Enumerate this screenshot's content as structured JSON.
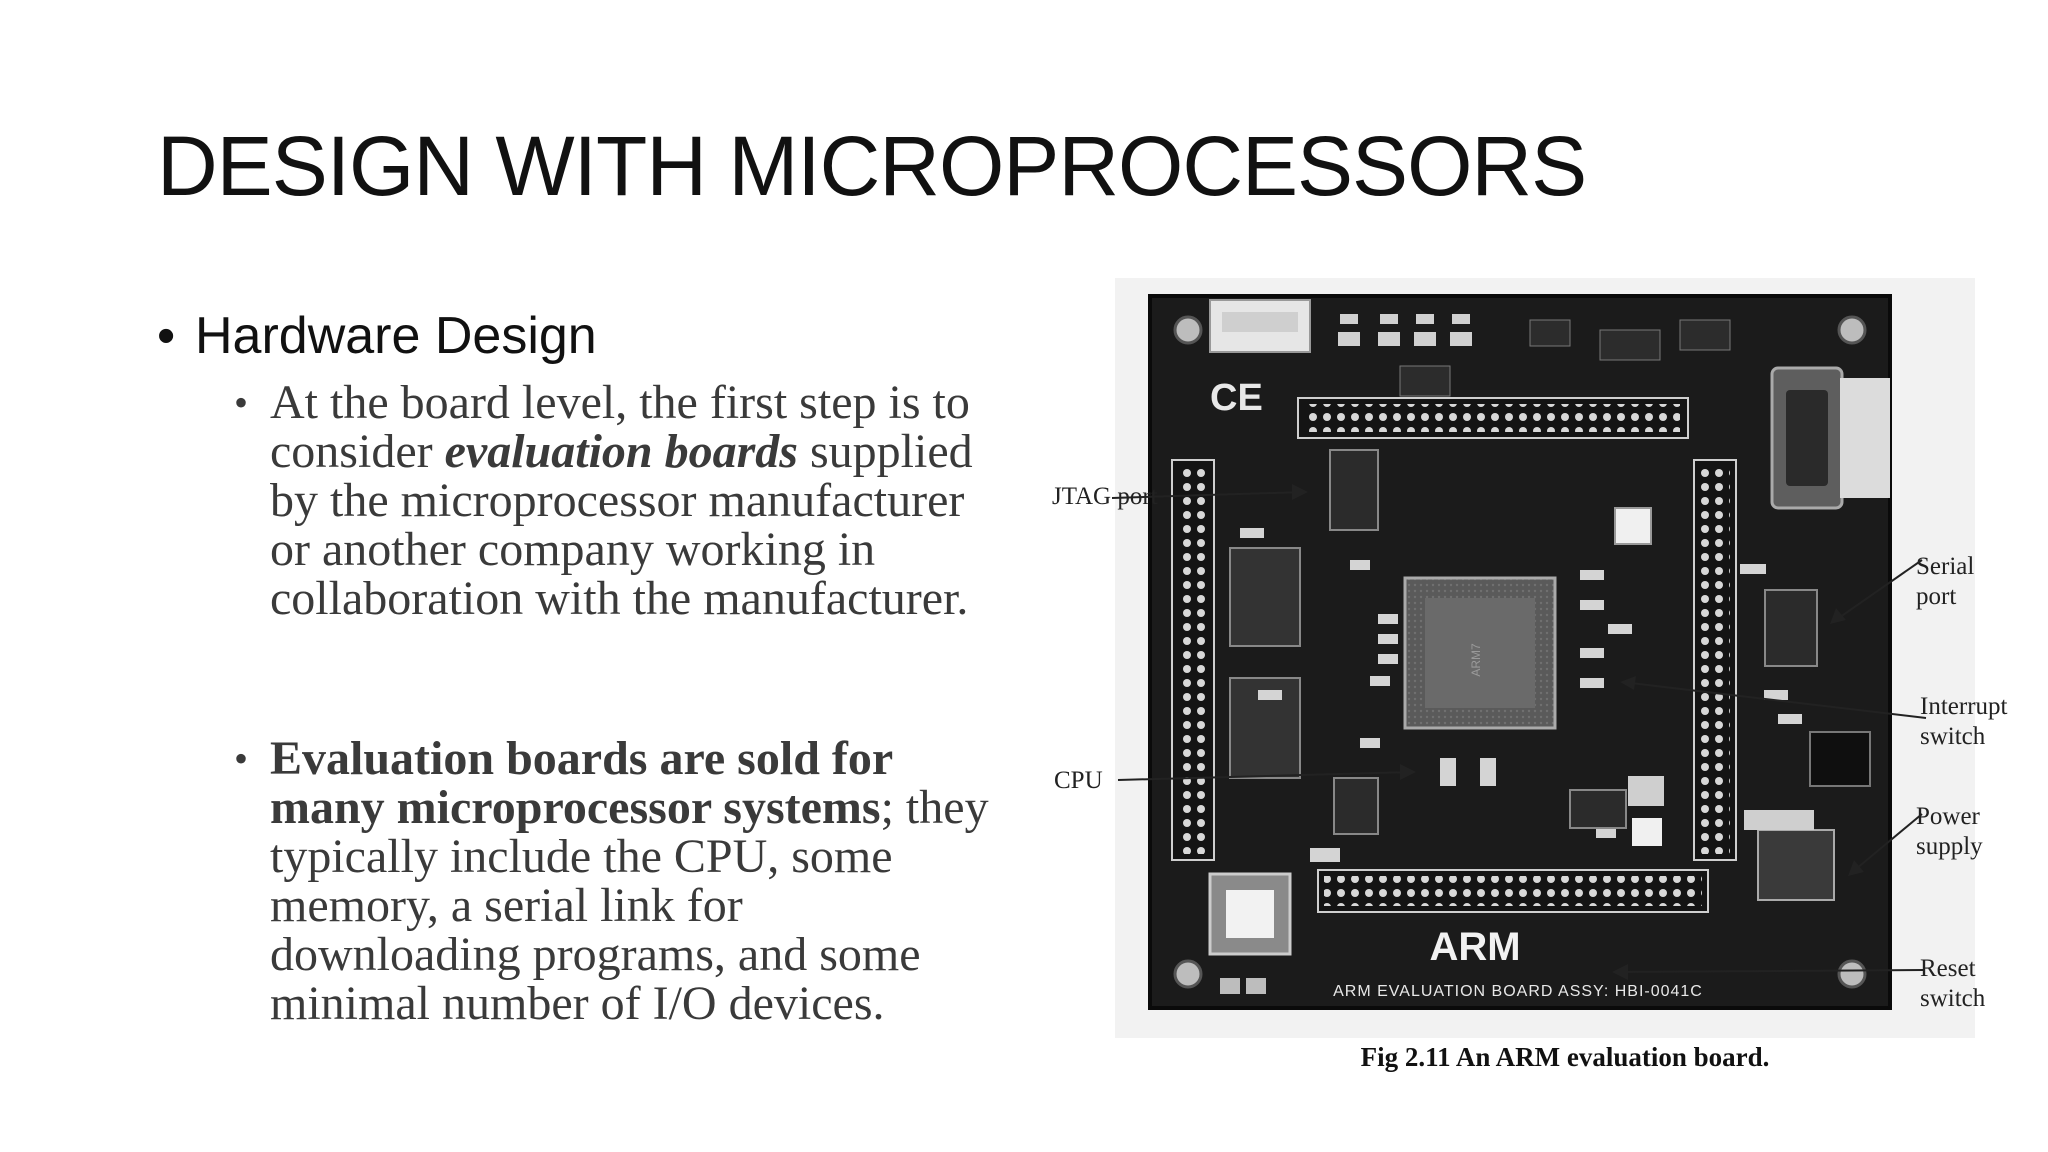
{
  "slide": {
    "title": "DESIGN WITH MICROPROCESSORS",
    "bullet": "Hardware Design",
    "sub1": {
      "pre": "At the board level, the first step is to consider ",
      "em": "evaluation boards",
      "post": " supplied by the microprocessor manufacturer or another company working in collaboration with the manufacturer."
    },
    "sub2": {
      "strong": "Evaluation boards are sold for many microprocessor systems",
      "post": "; they typically include the CPU, some memory, a serial link for downloading programs, and some minimal number of I/O devices."
    }
  },
  "figure": {
    "caption": "Fig 2.11 An ARM evaluation board.",
    "board_logo": "ARM",
    "board_text": "ARM EVALUATION BOARD    ASSY: HBI-0041C",
    "ce_mark": "CE",
    "callouts": {
      "jtag": "JTAG port",
      "cpu": "CPU",
      "serial": "Serial port",
      "interrupt": "Interrupt switch",
      "power": "Power supply",
      "reset": "Reset switch"
    }
  }
}
